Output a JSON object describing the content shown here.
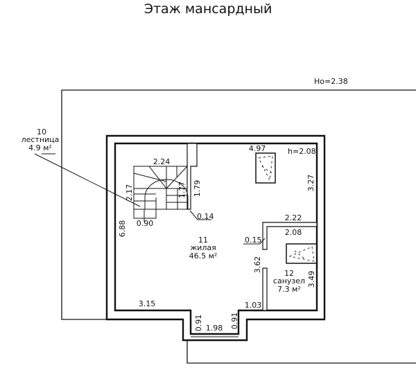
{
  "title": "Этаж мансардный",
  "outline_height": "Ho=2.38",
  "ceiling_height": "h=2.08",
  "rooms": [
    {
      "number": "10",
      "name": "лестница",
      "area": "4.9 м²"
    },
    {
      "number": "11",
      "name": "жилая",
      "area": "46.5 м²"
    },
    {
      "number": "12",
      "name": "санузел",
      "area": "7.3 м²"
    }
  ],
  "dimensions": {
    "stair_width": "2.24",
    "stair_depth": "2.17",
    "stair_flight": "1.77",
    "partition_len": "1.79",
    "partition_thk": "0.14",
    "stair_run": "0.90",
    "left_wall": "6.88",
    "skylight_pos": "4.97",
    "right_upper": "3.27",
    "bath_outer": "2.22",
    "bath_inner": "2.08",
    "bath_wall_thk": "0.15",
    "bath_wall_len": "3.62",
    "bath_depth": "3.49",
    "bottom_left": "3.15",
    "bottom_right": "1.03",
    "bay_left": "0.91",
    "bay_width": "1.98",
    "bay_right": "0.91"
  }
}
